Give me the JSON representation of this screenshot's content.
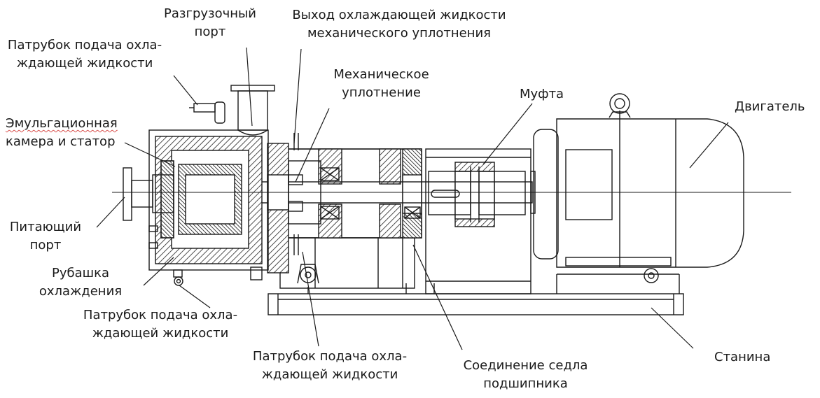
{
  "labels": {
    "discharge_port": [
      "Разгрузочный",
      "порт"
    ],
    "seal_coolant_outlet": [
      "Выход охлаждающей жидкости",
      "механического уплотнения"
    ],
    "coolant_inlet_top": [
      "Патрубок подача охла-",
      "ждающей жидкости"
    ],
    "mechanical_seal": [
      "Механическое",
      "уплотнение"
    ],
    "coupling": "Муфта",
    "motor": "Двигатель",
    "emulsification_chamber": [
      "Эмульгационная",
      "камера и статор"
    ],
    "feed_port": [
      "Питающий",
      "порт"
    ],
    "cooling_jacket": [
      "Рубашка",
      "охлаждения"
    ],
    "coolant_inlet_bottom": [
      "Патрубок подача охла-",
      "ждающей жидкости"
    ],
    "coolant_inlet_middle": [
      "Патрубок подача охла-",
      "ждающей жидкости"
    ],
    "bearing_seat_joint": [
      "Соединение седла",
      "подшипника"
    ],
    "base_frame": "Станина"
  }
}
